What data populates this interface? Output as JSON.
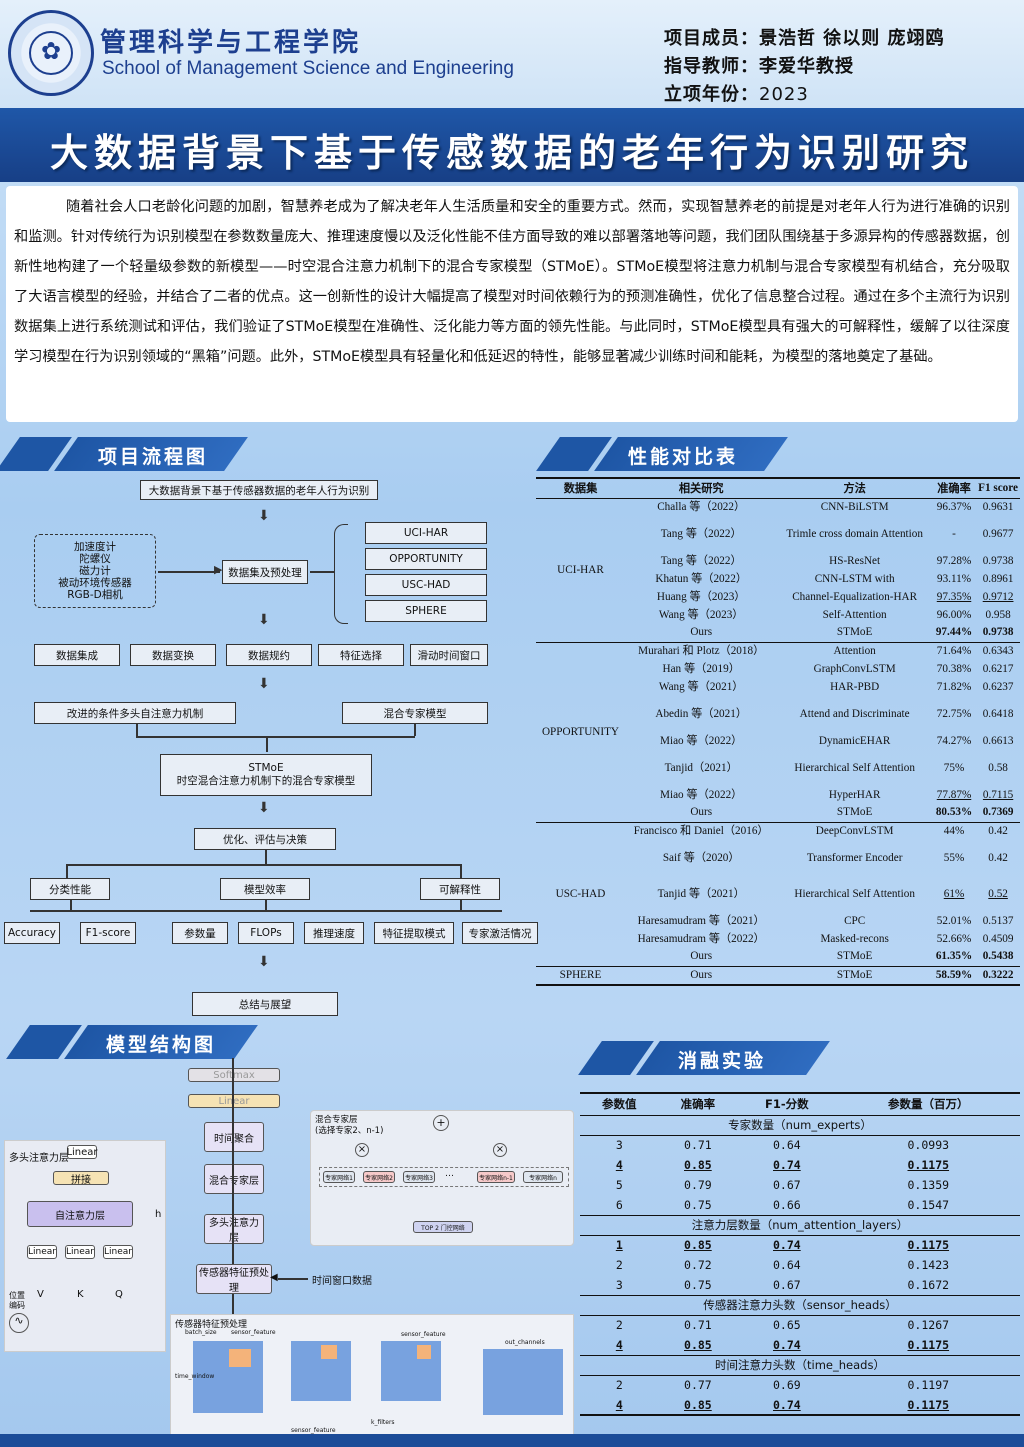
{
  "header": {
    "logo_glyph": "✿",
    "school_cn": "管理科学与工程学院",
    "school_en": "School of Management Science and Engineering",
    "members_label": "项目成员：",
    "members_value": "景浩哲 徐以则 庞翊鸥",
    "advisor_label": "指导教师：",
    "advisor_value": "李爱华教授",
    "year_label": "立项年份：",
    "year_value": "2023"
  },
  "title": "大数据背景下基于传感数据的老年行为识别研究",
  "abstract": "随着社会人口老龄化问题的加剧，智慧养老成为了解决老年人生活质量和安全的重要方式。然而，实现智慧养老的前提是对老年人行为进行准确的识别和监测。针对传统行为识别模型在参数数量庞大、推理速度慢以及泛化性能不佳方面导致的难以部署落地等问题，我们团队围绕基于多源异构的传感器数据，创新性地构建了一个轻量级参数的新模型——时空混合注意力机制下的混合专家模型（STMoE）。STMoE模型将注意力机制与混合专家模型有机结合，充分吸取了大语言模型的经验，并结合了二者的优点。这一创新性的设计大幅提高了模型对时间依赖行为的预测准确性，优化了信息整合过程。通过在多个主流行为识别数据集上进行系统测试和评估，我们验证了STMoE模型在准确性、泛化能力等方面的领先性能。与此同时，STMoE模型具有强大的可解释性，缓解了以往深度学习模型在行为识别领域的“黑箱”问题。此外，STMoE模型具有轻量化和低延迟的特性，能够显著减少训练时间和能耗，为模型的落地奠定了基础。",
  "sections": {
    "flow": "项目流程图",
    "perf": "性能对比表",
    "model": "模型结构图",
    "ablation": "消融实验"
  },
  "flow": {
    "top": "大数据背景下基于传感器数据的老年人行为识别",
    "sensors": [
      "加速度计",
      "陀螺仪",
      "磁力计",
      "被动环境传感器",
      "RGB-D相机"
    ],
    "preprocess": "数据集及预处理",
    "datasets": [
      "UCI-HAR",
      "OPPORTUNITY",
      "USC-HAD",
      "SPHERE"
    ],
    "steps": [
      "数据集成",
      "数据变换",
      "数据规约",
      "特征选择",
      "滑动时间窗口"
    ],
    "attention": "改进的条件多头自注意力机制",
    "moe": "混合专家模型",
    "stmoe_1": "STMoE",
    "stmoe_2": "时空混合注意力机制下的混合专家模型",
    "optimize": "优化、评估与决策",
    "cat1": "分类性能",
    "cat2": "模型效率",
    "cat3": "可解释性",
    "leaves": [
      "Accuracy",
      "F1-score",
      "参数量",
      "FLOPs",
      "推理速度",
      "特征提取模式",
      "专家激活情况"
    ],
    "summary": "总结与展望",
    "arrow": "⬇"
  },
  "perf": {
    "headers": [
      "数据集",
      "相关研究",
      "方法",
      "准确率",
      "F1 score"
    ],
    "groups": [
      {
        "name": "UCI-HAR",
        "rows": [
          [
            "Challa 等（2022）",
            "CNN-BiLSTM",
            "96.37%",
            "0.9631"
          ],
          [
            "Tang 等（2022）",
            "Trimle cross domain Attention",
            "-",
            "0.9677"
          ],
          [
            "Tang 等（2022）",
            "HS-ResNet",
            "97.28%",
            "0.9738"
          ],
          [
            "Khatun 等（2022）",
            "CNN-LSTM with",
            "93.11%",
            "0.8961"
          ],
          [
            "Huang 等（2023）",
            "Channel-Equalization-HAR",
            "97.35%",
            "0.9712"
          ],
          [
            "Wang 等（2023）",
            "Self-Attention",
            "96.00%",
            "0.958"
          ],
          [
            "Ours",
            "STMoE",
            "97.44%",
            "0.9738"
          ]
        ]
      },
      {
        "name": "OPPORTUNITY",
        "rows": [
          [
            "Murahari 和 Plotz（2018）",
            "Attention",
            "71.64%",
            "0.6343"
          ],
          [
            "Han 等（2019）",
            "GraphConvLSTM",
            "70.38%",
            "0.6217"
          ],
          [
            "Wang 等（2021）",
            "HAR-PBD",
            "71.82%",
            "0.6237"
          ],
          [
            "Abedin 等（2021）",
            "Attend and Discriminate",
            "72.75%",
            "0.6418"
          ],
          [
            "Miao 等（2022）",
            "DynamicEHAR",
            "74.27%",
            "0.6613"
          ],
          [
            "Tanjid（2021）",
            "Hierarchical Self Attention",
            "75%",
            "0.58"
          ],
          [
            "Miao 等（2022）",
            "HyperHAR",
            "77.87%",
            "0.7115"
          ],
          [
            "Ours",
            "STMoE",
            "80.53%",
            "0.7369"
          ]
        ]
      },
      {
        "name": "USC-HAD",
        "rows": [
          [
            "Francisco 和 Daniel（2016）",
            "DeepConvLSTM",
            "44%",
            "0.42"
          ],
          [
            "Saif 等（2020）",
            "Transformer Encoder",
            "55%",
            "0.42"
          ],
          [
            "Tanjid 等（2021）",
            "Hierarchical Self Attention",
            "61%",
            "0.52"
          ],
          [
            "Haresamudram 等（2021）",
            "CPC",
            "52.01%",
            "0.5137"
          ],
          [
            "Haresamudram 等（2022）",
            "Masked-recons",
            "52.66%",
            "0.4509"
          ],
          [
            "Ours",
            "STMoE",
            "61.35%",
            "0.5438"
          ]
        ]
      },
      {
        "name": "SPHERE",
        "rows": [
          [
            "Ours",
            "STMoE",
            "58.59%",
            "0.3222"
          ]
        ]
      }
    ]
  },
  "model": {
    "softmax": "Softmax",
    "linear": "Linear",
    "time_agg": "时间聚合",
    "moe_layer": "混合专家层",
    "mha_layer": "多头注意力层",
    "sensor_pre": "传感器特征预处理",
    "window_data": "时间窗口数据",
    "mha_title": "多头注意力层",
    "mha_linear": "Linear",
    "mha_concat": "拼接",
    "mha_self": "自注意力层",
    "mha_h": "h",
    "mha_inputs": [
      "V",
      "K",
      "Q"
    ],
    "pos_label": "位置\n编码",
    "moe_title": "混合专家层\n(选择专家2、n-1)",
    "experts": [
      "专家网络1",
      "专家网络2",
      "专家网络3",
      "…",
      "专家网络n-1",
      "专家网络n"
    ],
    "gate": "TOP 2 门控网络",
    "pre_title": "传感器特征预处理",
    "pre_labels": [
      "batch_size",
      "sensor_feature",
      "time_window",
      "sensor_feature",
      "out_channels",
      "k_filters",
      "sensor_feature"
    ]
  },
  "ablation": {
    "headers": [
      "参数值",
      "准确率",
      "F1-分数",
      "参数量（百万）"
    ],
    "groups": [
      {
        "name": "专家数量（num_experts）",
        "rows": [
          [
            "3",
            "0.71",
            "0.64",
            "0.0993"
          ],
          [
            "4",
            "0.85",
            "0.74",
            "0.1175"
          ],
          [
            "5",
            "0.79",
            "0.67",
            "0.1359"
          ],
          [
            "6",
            "0.75",
            "0.66",
            "0.1547"
          ]
        ],
        "best": 1
      },
      {
        "name": "注意力层数量（num_attention_layers）",
        "rows": [
          [
            "1",
            "0.85",
            "0.74",
            "0.1175"
          ],
          [
            "2",
            "0.72",
            "0.64",
            "0.1423"
          ],
          [
            "3",
            "0.75",
            "0.67",
            "0.1672"
          ]
        ],
        "best": 0
      },
      {
        "name": "传感器注意力头数（sensor_heads）",
        "rows": [
          [
            "2",
            "0.71",
            "0.65",
            "0.1267"
          ],
          [
            "4",
            "0.85",
            "0.74",
            "0.1175"
          ]
        ],
        "best": 1
      },
      {
        "name": "时间注意力头数（time_heads）",
        "rows": [
          [
            "2",
            "0.77",
            "0.69",
            "0.1197"
          ],
          [
            "4",
            "0.85",
            "0.74",
            "0.1175"
          ]
        ],
        "best": 1
      }
    ]
  },
  "colors": {
    "band": "#1f57a8",
    "accent": "#1d3f8f",
    "expert_selected": "#f6c9c9",
    "expert": "#dfe6ef"
  }
}
